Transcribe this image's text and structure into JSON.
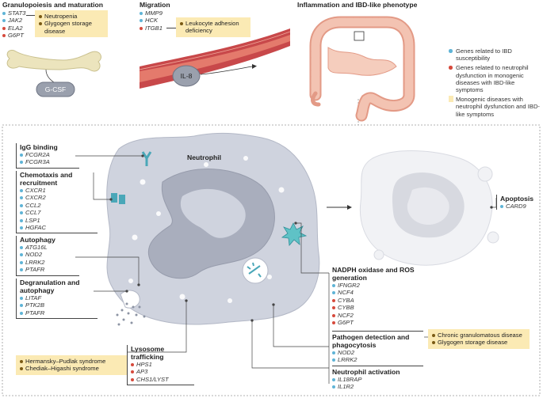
{
  "colors": {
    "blue": "#5fb4d6",
    "red": "#d64a3c",
    "yellow": "#fbeab4",
    "cell": "#cfd3de",
    "cell_dark": "#a9aebd",
    "vessel": "#c8484a",
    "gut": "#efb3a1"
  },
  "panels": {
    "granulopoiesis": {
      "title": "Granulopoiesis and maturation",
      "genes": [
        {
          "name": "STAT3",
          "color": "blue"
        },
        {
          "name": "JAK2",
          "color": "blue"
        },
        {
          "name": "ELA2",
          "color": "red"
        },
        {
          "name": "G6PT",
          "color": "red"
        }
      ],
      "diseases": [
        "Neutropenia",
        "Glygogen storage disease"
      ],
      "factor": "G-CSF"
    },
    "migration": {
      "title": "Migration",
      "genes": [
        {
          "name": "MMP9",
          "color": "blue"
        },
        {
          "name": "HCK",
          "color": "blue"
        },
        {
          "name": "ITGB1",
          "color": "red"
        }
      ],
      "diseases": [
        "Leukocyte adhesion deficiency"
      ],
      "cell_label": "IL-8"
    },
    "inflammation": {
      "title": "Inflammation and IBD-like phenotype"
    }
  },
  "legend": [
    {
      "text": "Genes related to IBD susceptibility",
      "marker": "blue-dot"
    },
    {
      "text": "Genes related to neutrophil dysfunction in monogenic diseases with IBD-like symptoms",
      "marker": "red-dot"
    },
    {
      "text": "Monogenic diseases with neutrophil dysfunction and IBD-like symptoms",
      "marker": "yellow-square"
    }
  ],
  "neutrophil_label": "Neutrophil",
  "left_groups": [
    {
      "title": "IgG binding",
      "genes": [
        {
          "name": "FCGR2A",
          "color": "blue"
        },
        {
          "name": "FCGR3A",
          "color": "blue"
        }
      ]
    },
    {
      "title": "Chemotaxis and recruitment",
      "genes": [
        {
          "name": "CXCR1",
          "color": "blue"
        },
        {
          "name": "CXCR2",
          "color": "blue"
        },
        {
          "name": "CCL2",
          "color": "blue"
        },
        {
          "name": "CCL7",
          "color": "blue"
        },
        {
          "name": "LSP1",
          "color": "blue"
        },
        {
          "name": "HGFAC",
          "color": "blue"
        }
      ]
    },
    {
      "title": "Autophagy",
      "genes": [
        {
          "name": "ATG16L",
          "color": "blue"
        },
        {
          "name": "NOD2",
          "color": "blue"
        },
        {
          "name": "LRRK2",
          "color": "blue"
        },
        {
          "name": "PTAFR",
          "color": "blue"
        }
      ]
    },
    {
      "title": "Degranulation and autophagy",
      "genes": [
        {
          "name": "LITAF",
          "color": "blue"
        },
        {
          "name": "PTK2B",
          "color": "blue"
        },
        {
          "name": "PTAFR",
          "color": "blue"
        }
      ]
    }
  ],
  "lysosome": {
    "title": "Lysosome trafficking",
    "genes": [
      {
        "name": "HPS1",
        "color": "red"
      },
      {
        "name": "AP3",
        "color": "red"
      },
      {
        "name": "CHS1/LYST",
        "color": "red"
      }
    ],
    "diseases": [
      "Hermansky–Pudlak syndrome",
      "Chediak–Higashi syndrome"
    ]
  },
  "right_groups": {
    "nadph": {
      "title": "NADPH oxidase and ROS generation",
      "genes": [
        {
          "name": "IFNGR2",
          "color": "blue"
        },
        {
          "name": "NCF4",
          "color": "blue"
        },
        {
          "name": "CYBA",
          "color": "red"
        },
        {
          "name": "CYBB",
          "color": "red"
        },
        {
          "name": "NCF2",
          "color": "red"
        },
        {
          "name": "G6PT",
          "color": "red"
        }
      ]
    },
    "pathogen": {
      "title": "Pathogen detection and phagocytosis",
      "genes": [
        {
          "name": "NOD2",
          "color": "blue"
        },
        {
          "name": "LRRK2",
          "color": "blue"
        }
      ]
    },
    "activation": {
      "title": "Neutrophil activation",
      "genes": [
        {
          "name": "IL18RAP",
          "color": "blue"
        },
        {
          "name": "IL1R2",
          "color": "blue"
        }
      ]
    },
    "diseases": [
      "Chronic granulomatous disease",
      "Glygogen storage disease"
    ]
  },
  "apoptosis": {
    "title": "Apoptosis",
    "genes": [
      {
        "name": "CARD9",
        "color": "blue"
      }
    ]
  }
}
